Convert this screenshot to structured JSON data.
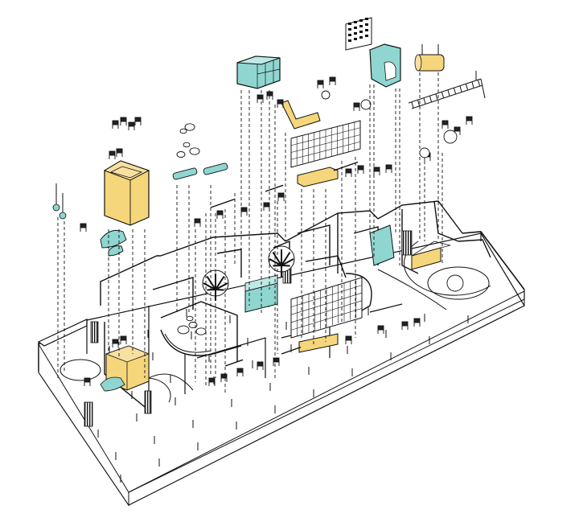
{
  "diagram": {
    "type": "exploded-axonometric-floor-plan",
    "colors": {
      "background": "#ffffff",
      "ink": "#111111",
      "accent_yellow": "#f5d67a",
      "accent_teal": "#8fd6d0",
      "floor": "#ffffff",
      "wall": "#222222"
    },
    "components": [
      {
        "id": "slide-tower",
        "color": "accent_yellow"
      },
      {
        "id": "teal-shelving",
        "color": "accent_teal"
      },
      {
        "id": "teal-wall-panel",
        "color": "accent_teal"
      },
      {
        "id": "yellow-bench",
        "color": "accent_yellow"
      },
      {
        "id": "yellow-l-seat",
        "color": "accent_yellow"
      },
      {
        "id": "yellow-hanging-cylinder",
        "color": "accent_yellow"
      },
      {
        "id": "teal-pendant-lamps",
        "color": "accent_teal"
      },
      {
        "id": "library-shelving",
        "color": "ink"
      },
      {
        "id": "monkey-bars",
        "color": "ink"
      },
      {
        "id": "teal-tables",
        "color": "accent_teal"
      }
    ]
  }
}
